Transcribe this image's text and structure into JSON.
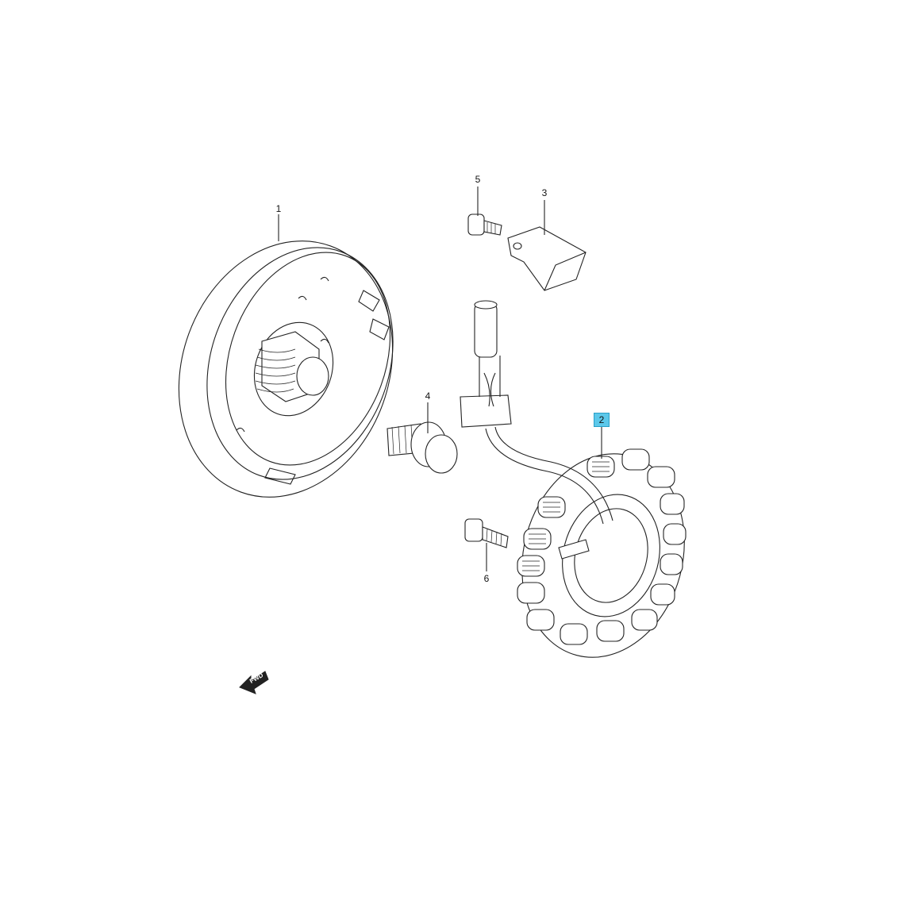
{
  "diagram": {
    "callouts": [
      {
        "id": "1",
        "text": "1",
        "highlighted": false
      },
      {
        "id": "2",
        "text": "2",
        "highlighted": true
      },
      {
        "id": "3",
        "text": "3",
        "highlighted": false
      },
      {
        "id": "4",
        "text": "4",
        "highlighted": false
      },
      {
        "id": "5",
        "text": "5",
        "highlighted": false
      },
      {
        "id": "6",
        "text": "6",
        "highlighted": false
      }
    ],
    "direction_arrow_text": "FWD",
    "highlight_color": "#5cc8ea"
  }
}
